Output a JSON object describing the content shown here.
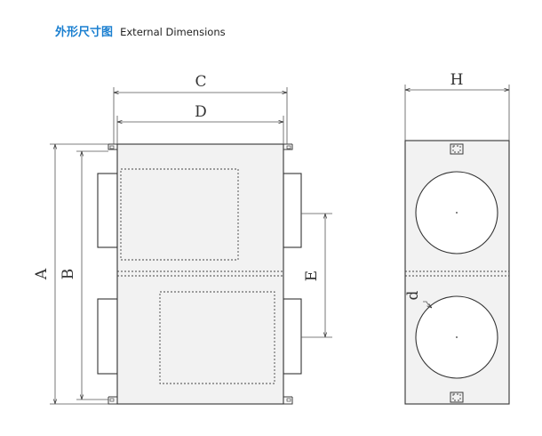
{
  "header": {
    "title_cn": "外形尺寸图",
    "title_en": "External Dimensions"
  },
  "labels": {
    "A": "A",
    "B": "B",
    "C": "C",
    "D": "D",
    "E": "E",
    "H": "H",
    "d": "d"
  },
  "colors": {
    "title_accent": "#1a7fd0",
    "unit_fill": "#f2f2f2",
    "line": "#333333"
  }
}
